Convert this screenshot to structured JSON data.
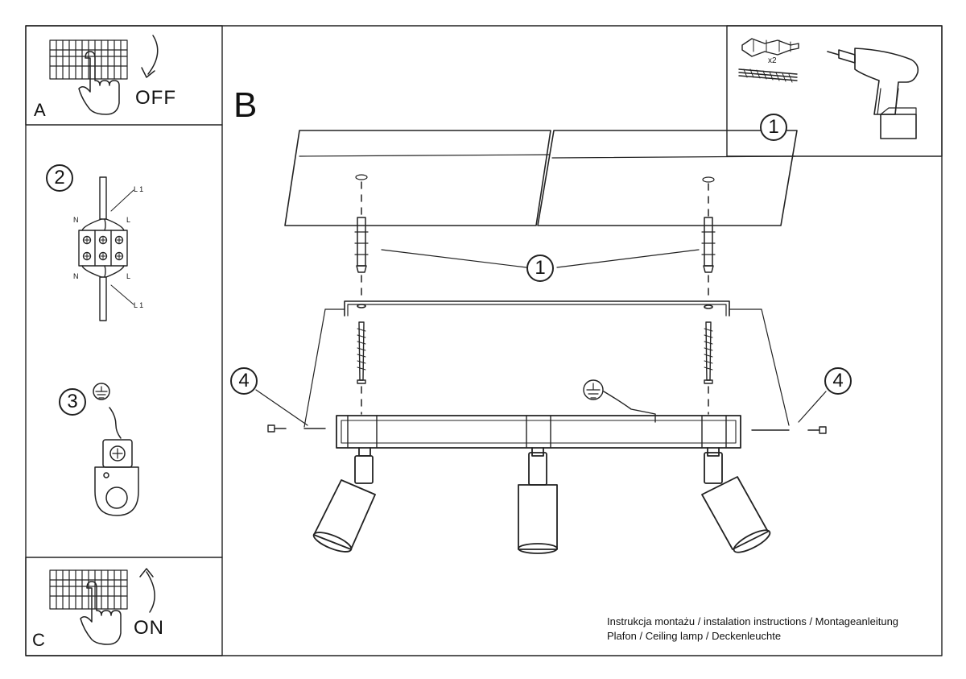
{
  "panels": {
    "a": {
      "letter": "A",
      "word": "OFF"
    },
    "c": {
      "letter": "C",
      "word": "ON"
    },
    "main": {
      "letter": "B"
    }
  },
  "steps": {
    "one": "1",
    "two": "2",
    "three": "3",
    "four": "4"
  },
  "tools": {
    "quantity": "x2"
  },
  "wiring": {
    "l1": "L 1",
    "n": "N",
    "l": "L"
  },
  "footer": {
    "line1": "Instrukcja montażu / instalation instructions / Montageanleitung",
    "line2": "Plafon / Ceiling lamp / Deckenleuchte"
  }
}
